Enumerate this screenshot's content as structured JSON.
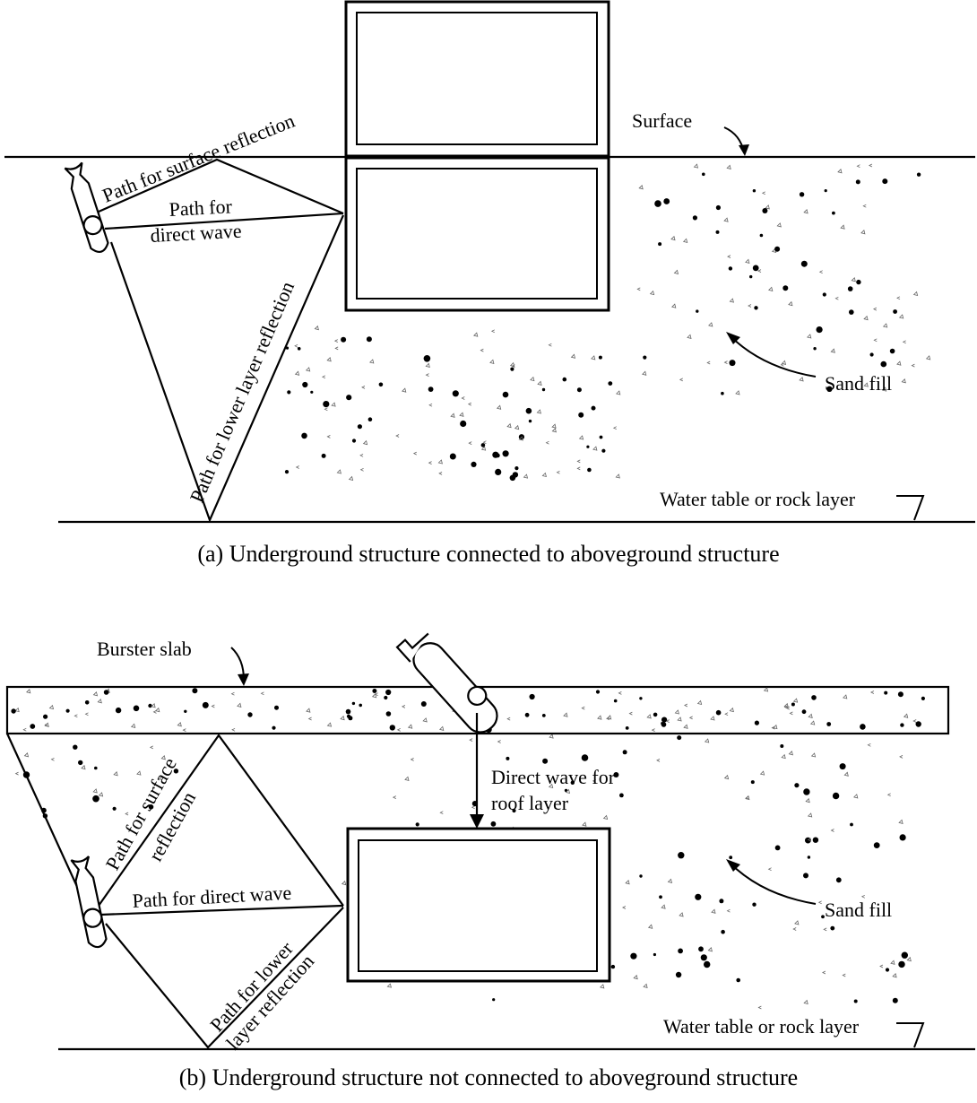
{
  "panel_a": {
    "caption": "(a) Underground structure connected to aboveground structure",
    "labels": {
      "surface": "Surface",
      "surface_reflection": "Path for surface reflection",
      "direct_wave_line1": "Path for",
      "direct_wave_line2": "direct wave",
      "lower_reflection": "Path for lower layer reflection",
      "sand_fill": "Sand fill",
      "water_table": "Water table or rock layer"
    }
  },
  "panel_b": {
    "caption": "(b) Underground structure not connected to aboveground structure",
    "labels": {
      "burster_slab": "Burster slab",
      "surface_reflection_line1": "Path for surface",
      "surface_reflection_line2": "reflection",
      "direct_wave": "Path for direct wave",
      "lower_reflection_line1": "Path for lower",
      "lower_reflection_line2": "layer reflection",
      "roof_direct_line1": "Direct wave for",
      "roof_direct_line2": "roof layer",
      "sand_fill": "Sand fill",
      "water_table": "Water table or rock layer"
    }
  }
}
